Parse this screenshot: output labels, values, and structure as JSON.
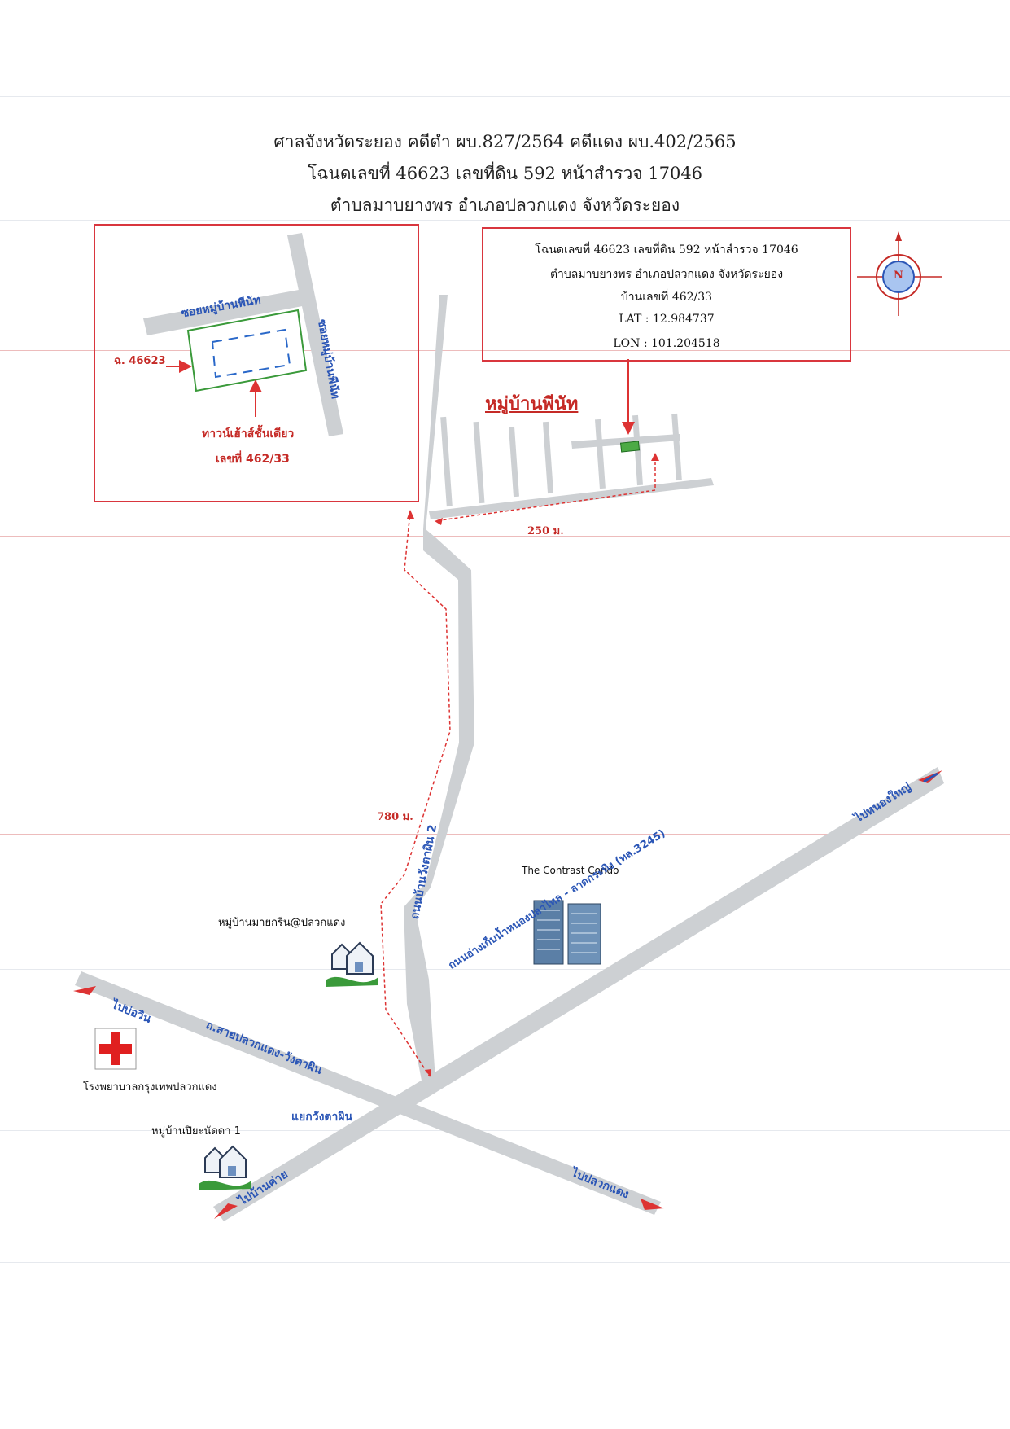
{
  "header": {
    "line1": "ศาลจังหวัดระยอง คดีดำ ผบ.827/2564 คดีแดง ผบ.402/2565",
    "line2": "โฉนดเลขที่ 46623 เลขที่ดิน 592 หน้าสำรวจ 17046",
    "line3": "ตำบลมาบยางพร อำเภอปลวกแดง จังหวัดระยอง"
  },
  "info_box": {
    "line1": "โฉนดเลขที่ 46623 เลขที่ดิน 592 หน้าสำรวจ 17046",
    "line2": "ตำบลมาบยางพร อำเภอปลวกแดง จังหวัดระยอง",
    "line3": "บ้านเลขที่ 462/33",
    "lat": "LAT : 12.984737",
    "lon": "LON :  101.204518"
  },
  "compass": {
    "label": "N"
  },
  "inset": {
    "road_top": "ซอยหมู่บ้านพีนัท",
    "road_right": "ซอยหมู่บ้านพีนัท",
    "parcel_label": "ฉ. 46623",
    "house_label_1": "ทาวน์เฮ้าส์ชั้นเดียว",
    "house_label_2": "เลขที่ 462/33"
  },
  "map": {
    "village_title": "หมู่บ้านพีนัท",
    "dist_250": "250 ม.",
    "dist_780": "780 ม.",
    "road_wang_ta_phin": "ถนนบ้านวังตาผิน 2",
    "condo": "The Contrast Condo",
    "village_my_green": "หมู่บ้านมายกรีน@ปลวกแดง",
    "village_piyanatda": "หมู่บ้านปิยะนัดดา 1",
    "hospital": "โรงพยาบาลกรุงเทพปลวกแดง",
    "to_bo_win": "ไปบ่อวิน",
    "road_sai_pluak_daeng": "ถ.สายปลวกแดง-วังตาผิน",
    "junction": "แยกวังตาผิน",
    "to_ban_khai": "ไปบ้านค่าย",
    "to_pluak_daeng": "ไปปลวกแดง",
    "to_nong_yai": "ไปหนองใหญ่",
    "road_dam": "ถนนอ่างเก็บน้ำหนองปลาไหล - ลาดกระทิง (ทล.3245)"
  },
  "colors": {
    "frame_red": "#d9363e",
    "road_gray": "#cdd0d3",
    "label_blue": "#2a55b6",
    "parcel_green": "#3b9a3b",
    "route_red": "#d33"
  }
}
